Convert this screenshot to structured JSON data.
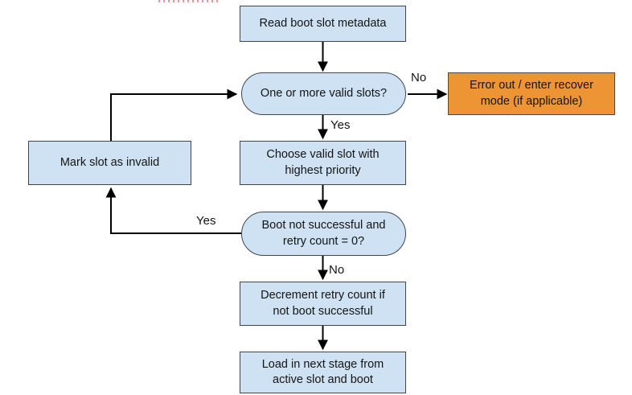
{
  "diagram": {
    "nodes": {
      "read_metadata": {
        "label": "Read boot slot metadata"
      },
      "valid_slots": {
        "label": "One or more valid slots?"
      },
      "error_recover": {
        "label": "Error out / enter recover mode (if applicable)"
      },
      "choose_slot": {
        "label": "Choose valid slot with highest priority"
      },
      "mark_invalid": {
        "label": "Mark slot as invalid"
      },
      "retry_check": {
        "label": "Boot not successful and retry count = 0?"
      },
      "decrement_retry": {
        "label": "Decrement retry count if not boot successful"
      },
      "load_next_stage": {
        "label": "Load in next stage from active slot and boot"
      }
    },
    "edge_labels": {
      "valid_slots_no": "No",
      "valid_slots_yes": "Yes",
      "retry_yes": "Yes",
      "retry_no": "No"
    },
    "colors": {
      "process_fill": "#cfe2f3",
      "error_fill": "#ed9434",
      "node_border": "#40464e",
      "arrow": "#000000",
      "artifact_red": "#e89898"
    }
  }
}
